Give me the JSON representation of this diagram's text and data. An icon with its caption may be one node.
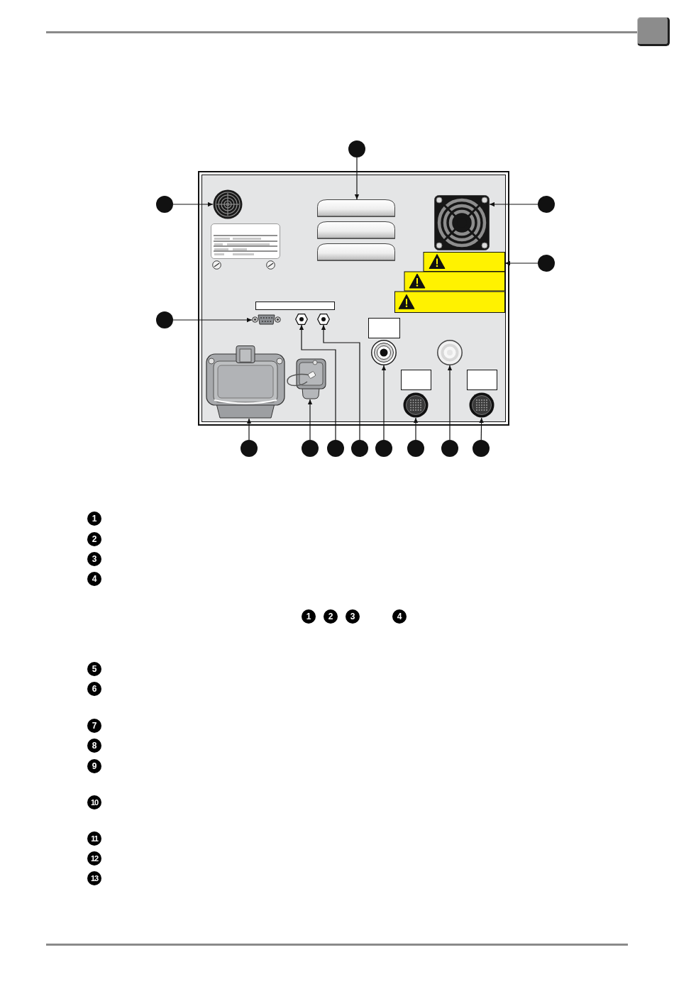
{
  "diagram": {
    "nodes": [
      {
        "text": [],
        "shape": "circle"
      },
      {
        "text": [],
        "shape": "circle"
      },
      {
        "text": [],
        "shape": "circle"
      },
      {
        "text": [],
        "shape": "circle"
      },
      {
        "text": [],
        "shape": "circle"
      },
      {
        "text": [],
        "shape": "circle"
      },
      {
        "text": [],
        "shape": "circle"
      },
      {
        "text": [],
        "shape": "circle"
      },
      {
        "text": [],
        "shape": "circle"
      },
      {
        "text": [],
        "shape": "circle"
      },
      {
        "text": [],
        "shape": "circle"
      },
      {
        "text": [],
        "shape": "circle"
      },
      {
        "text": [],
        "shape": "circle"
      },
      {
        "text": [],
        "shape": "picture"
      },
      {
        "text": [],
        "shape": "picture"
      },
      {
        "text": [],
        "shape": "picture"
      },
      {
        "text": [],
        "shape": "picture"
      },
      {
        "text": [],
        "shape": "picture"
      },
      {
        "text": [],
        "shape": "picture"
      },
      {
        "text": [],
        "shape": "picture"
      },
      {
        "text": [],
        "shape": "picture"
      },
      {
        "text": [],
        "shape": "picture"
      },
      {
        "text": [],
        "shape": "picture"
      },
      {
        "text": [],
        "shape": "picture"
      },
      {
        "text": [],
        "shape": "picture"
      },
      {
        "text": [],
        "shape": "picture"
      }
    ],
    "edges": [
      {
        "from": 0,
        "to": 13,
        "arrow": "to"
      },
      {
        "from": 1,
        "to": 14,
        "arrow": "to"
      },
      {
        "from": 2,
        "to": 15,
        "arrow": "to"
      },
      {
        "from": 3,
        "to": 16,
        "arrow": "to"
      },
      {
        "from": 4,
        "to": 17,
        "arrow": "to"
      },
      {
        "from": 5,
        "to": 18,
        "arrow": "to"
      },
      {
        "from": 6,
        "to": 19,
        "arrow": "to"
      },
      {
        "from": 7,
        "to": 20,
        "arrow": "to"
      },
      {
        "from": 8,
        "to": 21,
        "arrow": "to"
      },
      {
        "from": 9,
        "to": 22,
        "arrow": "to"
      },
      {
        "from": 10,
        "to": 23,
        "arrow": "to"
      },
      {
        "from": 11,
        "to": 24,
        "arrow": "to"
      },
      {
        "from": 12,
        "to": 25,
        "arrow": "to"
      }
    ],
    "labels": [
      "1",
      "2",
      "3",
      "4",
      "1",
      "2",
      "3",
      "4",
      "5",
      "6",
      "7",
      "8",
      "9",
      "10",
      "11",
      "12",
      "13"
    ]
  }
}
